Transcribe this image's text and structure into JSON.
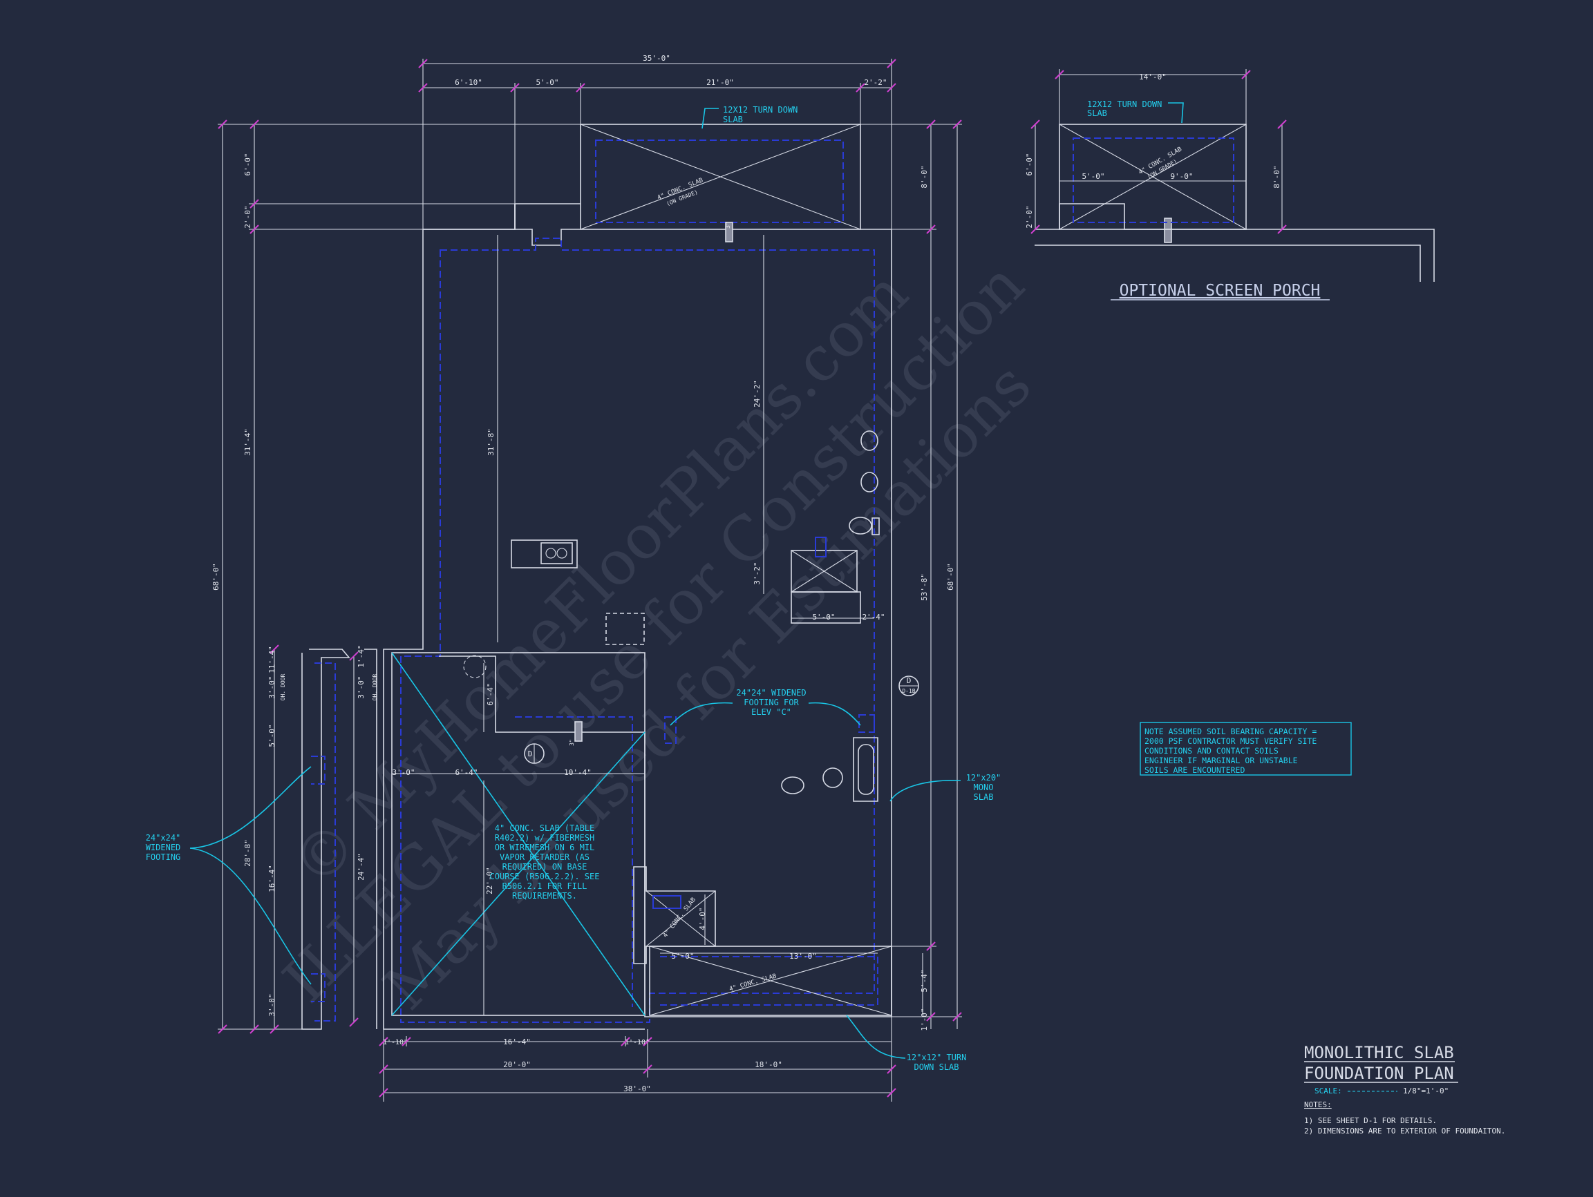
{
  "watermark": {
    "line1": "© MyHomeFloorPlans.com",
    "line2": "ILLEGAL to use for Construction",
    "line3": "May be used for Estimations"
  },
  "title_block": {
    "title_line1": "MONOLITHIC SLAB",
    "title_line2": "FOUNDATION PLAN",
    "scale_label": "SCALE:",
    "scale_value": "1/8\"=1'-0\"",
    "notes_heading": "NOTES:",
    "notes": [
      "1)  SEE SHEET D-1 FOR DETAILS.",
      "2)  DIMENSIONS ARE TO EXTERIOR OF FOUNDAITON."
    ]
  },
  "porch": {
    "title": "OPTIONAL SCREEN PORCH",
    "slab_callout_1": "12X12 TURN DOWN",
    "slab_callout_2": "SLAB",
    "conc_1": "4\" CONC. SLAB",
    "conc_2": "(ON GRADE)",
    "dims": {
      "overall": "14'-0\"",
      "left": "5'-0\"",
      "right": "9'-0\"",
      "height": "8'-0\"",
      "h1": "6'-0\"",
      "h2": "2'-0\""
    }
  },
  "callouts": {
    "top_slab_1": "12X12 TURN DOWN",
    "top_slab_2": "SLAB",
    "top_conc_1": "4\" CONC. SLAB",
    "top_conc_2": "(ON GRADE)",
    "widened_footing_elev": [
      "24\"24\" WIDENED",
      "FOOTING FOR",
      "ELEV \"C\""
    ],
    "mono_slab": [
      "12\"x20\"",
      "MONO",
      "SLAB"
    ],
    "left_footing": [
      "24\"x24\"",
      "WIDENED",
      "FOOTING"
    ],
    "bottom_turn_down": [
      "12\"x12\" TURN",
      "DOWN SLAB"
    ],
    "garage_slab": [
      "4\" CONC. SLAB (TABLE",
      "R402.2) w/ FIBERMESH",
      "OR WIREMESH ON 6 MIL",
      "VAPOR RETARDER (AS",
      "REQUIRED) ON BASE",
      "COURSE (R506.2.2). SEE",
      "R506.2.1 FOR FILL",
      "REQUIREMENTS."
    ],
    "soil_note": [
      "NOTE ASSUMED SOIL BEARING CAPACITY =",
      "2000 PSF CONTRACTOR MUST VERIFY SITE",
      "CONDITIONS AND CONTACT SOILS",
      "ENGINEER IF MARGINAL OR UNSTABLE",
      "SOILS ARE ENCOUNTERED"
    ],
    "small_conc": "4\" CONC. SLAB",
    "bottom_conc": "4\" CONC. SLAB",
    "ovh_door": "OH. DOOR"
  },
  "dims": {
    "top_overall": "35'-0\"",
    "top_a": "6'-10\"",
    "top_b": "5'-0\"",
    "top_c": "21'-0\"",
    "top_d": "2'-2\"",
    "left_6": "6'-0\"",
    "left_2": "2'-0\"",
    "left_31": "31'-4\"",
    "left_overall": "68'-0\"",
    "right_8": "8'-0\"",
    "right_53": "53'-8\"",
    "right_overall": "68'-0\"",
    "right_5": "5'-4\"",
    "right_1": "1'-0\"",
    "inner_31": "31'-8\"",
    "inner_24": "24'-2\"",
    "inner_3": "3'-2\"",
    "inner_5": "5'-0\"",
    "inner_2": "2'-4\"",
    "g_6": "6'-4\"",
    "g_3": "3'-0\"",
    "g_6b": "6'-4\"",
    "g_10": "10'-4\"",
    "g_22": "22'-0\"",
    "g_24": "24'-4\"",
    "g_3b": "3'-0\"",
    "g_1a": "1'-4\"",
    "side_11": "11'-4\"",
    "side_3": "3'-0\"",
    "side_5": "5'-0\"",
    "side_28": "28'-8\"",
    "side_16": "16'-4\"",
    "side_3b": "3'-0\"",
    "bot_a": "1'-10\"",
    "bot_b": "16'-4\"",
    "bot_c": "1'-10\"",
    "bot_20": "20'-0\"",
    "bot_18": "18'-0\"",
    "bot_38": "38'-0\"",
    "s_5": "5'-0\"",
    "s_13": "13'-0\"",
    "s_4": "4'-0\""
  },
  "symbols": {
    "d_tag": "D",
    "d_sub": "D-1B",
    "tag_3": "3\""
  },
  "colors": {
    "background": "#232a3e",
    "wall_line": "#d7dbe6",
    "footing_dashed": "#2a3bd6",
    "annotation": "#19c6e6",
    "dimension_tick": "#d040d0"
  }
}
